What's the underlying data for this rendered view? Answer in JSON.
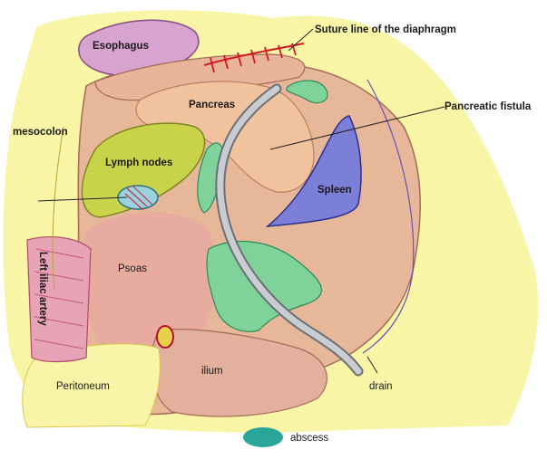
{
  "labels": {
    "suture": "Suture line of the diaphragm",
    "esophagus": "Esophagus",
    "pancreas": "Pancreas",
    "fistula": "Pancreatic fistula",
    "mesocolon": "mesocolon",
    "lymph": "Lymph nodes",
    "spleen": "Spleen",
    "psoas": "Psoas",
    "iliac": "Left iliac artery",
    "peritoneum": "Peritoneum",
    "ilium": "ilium",
    "drain": "drain",
    "abscess": "abscess"
  },
  "legend": {
    "abscess_color": "#2aa59a"
  },
  "colors": {
    "background_yellow": "#f6f28a",
    "retroperitoneum": "#e7b79a",
    "pancreas": "#f0c29e",
    "spleen": "#7c7fd8",
    "lymph_nodes": "#c9d34a",
    "abscess_green": "#7fd39a",
    "esophagus": "#d7a3cf",
    "drain": "#a8abb0"
  }
}
